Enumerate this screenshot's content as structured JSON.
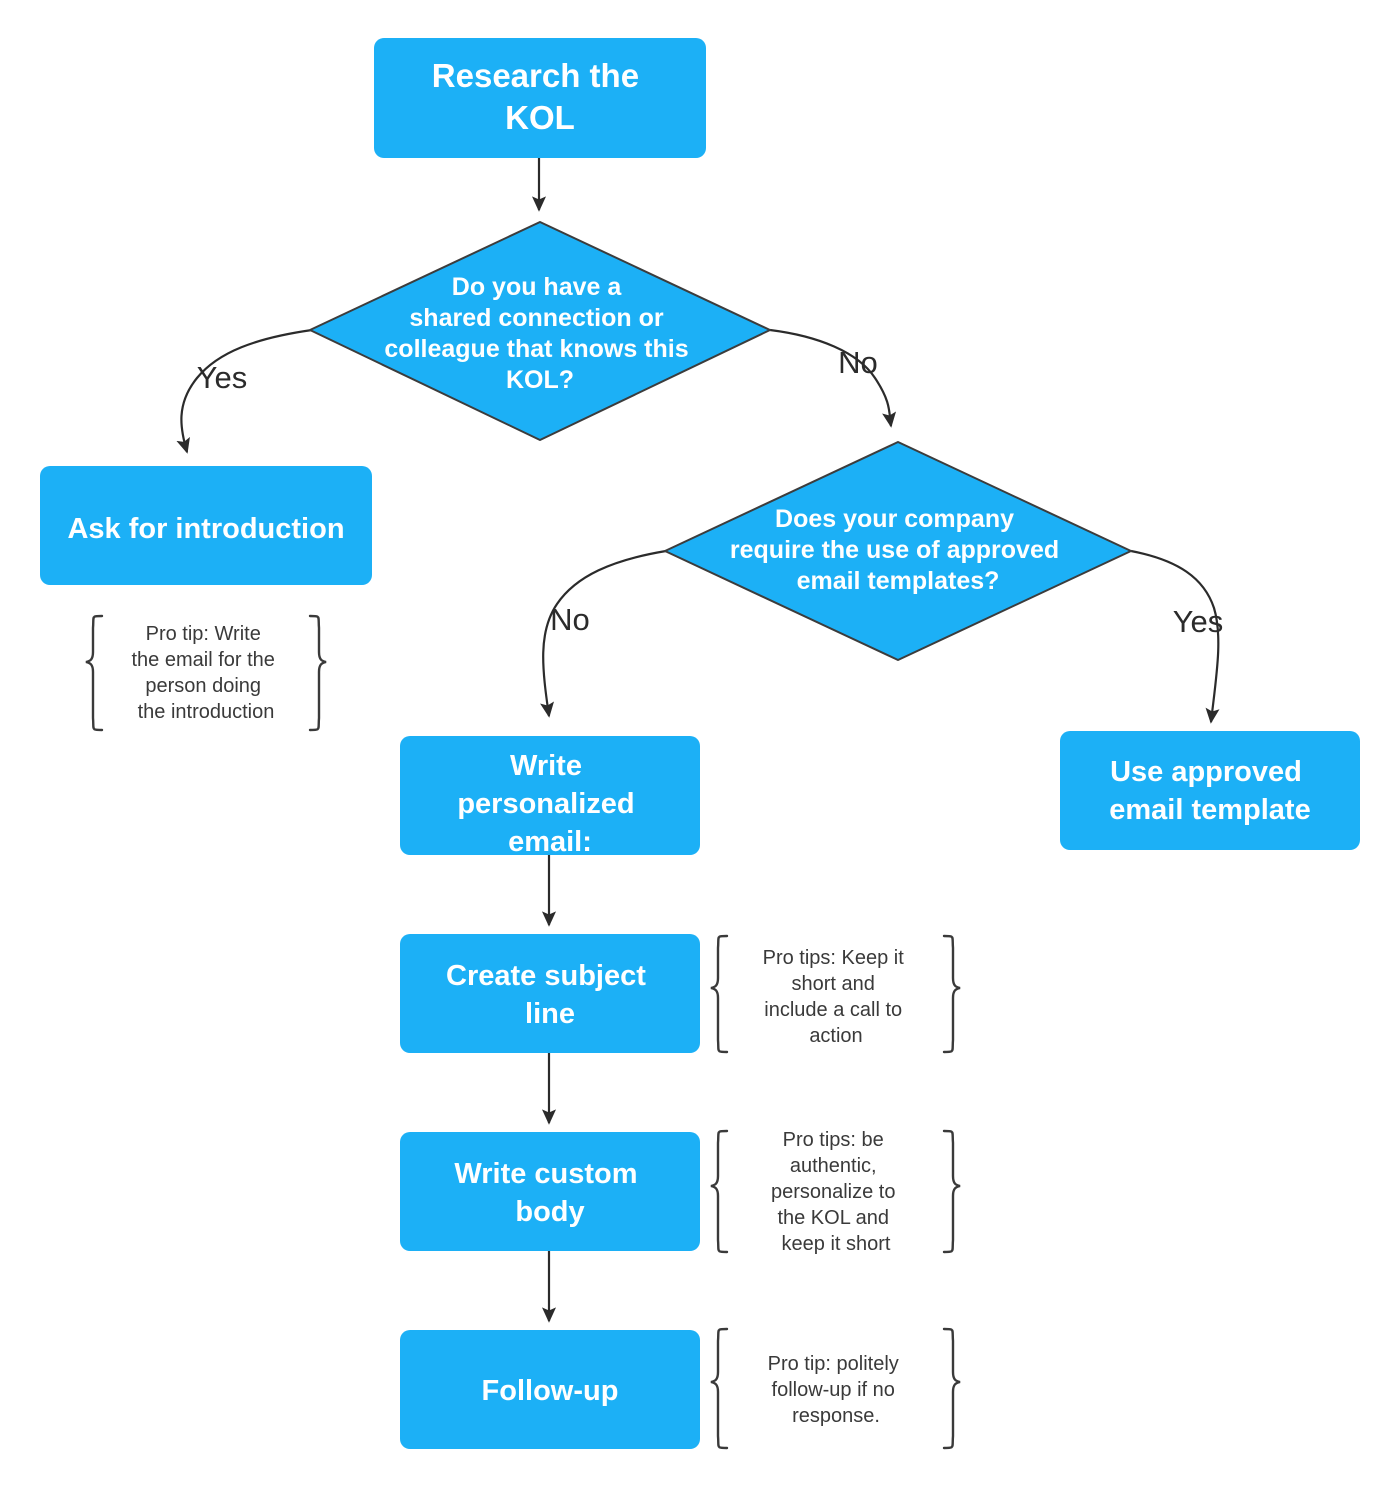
{
  "diagram": {
    "title": "KOL outreach email flowchart",
    "accent_color": "#1CB0F6",
    "line_color": "#2b2b2b",
    "text_color_on_accent": "#ffffff",
    "tip_text_color": "#3a3a3a"
  },
  "nodes": {
    "research": {
      "type": "process",
      "lines": [
        "Research the",
        "KOL"
      ]
    },
    "q_shared_connection": {
      "type": "decision",
      "lines": [
        "Do you have a",
        "shared connection or",
        "colleague that knows this",
        "KOL?"
      ]
    },
    "ask_intro": {
      "type": "process",
      "lines": [
        "Ask for introduction"
      ]
    },
    "q_templates": {
      "type": "decision",
      "lines": [
        "Does your company",
        "require the use of approved",
        "email templates?"
      ]
    },
    "write_email": {
      "type": "process",
      "lines": [
        "Write",
        "personalized",
        "email:"
      ]
    },
    "use_template": {
      "type": "process",
      "lines": [
        "Use approved",
        "email template"
      ]
    },
    "subject_line": {
      "type": "process",
      "lines": [
        "Create subject",
        "line"
      ]
    },
    "custom_body": {
      "type": "process",
      "lines": [
        "Write custom",
        "body"
      ]
    },
    "follow_up": {
      "type": "process",
      "lines": [
        "Follow-up"
      ]
    }
  },
  "edge_labels": {
    "shared_yes": "Yes",
    "shared_no": "No",
    "templates_no": "No",
    "templates_yes": "Yes"
  },
  "tips": {
    "ask_intro": {
      "lines": [
        "Pro tip: Write",
        "the email for the",
        "person doing",
        "the introduction"
      ]
    },
    "subject_line": {
      "lines": [
        "Pro tips: Keep it",
        "short and",
        "include a call to",
        "action"
      ]
    },
    "custom_body": {
      "lines": [
        "Pro tips: be",
        "authentic,",
        "personalize to",
        "the KOL and",
        "keep it short"
      ]
    },
    "follow_up": {
      "lines": [
        "Pro tip:  politely",
        "follow-up if no",
        "response."
      ]
    }
  }
}
